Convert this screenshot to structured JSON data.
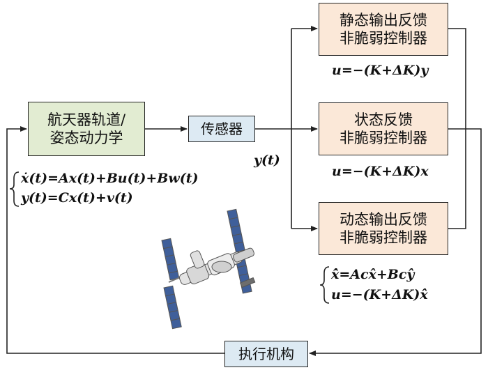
{
  "blocks": {
    "dynamics": [
      "航天器轨道/",
      "姿态动力学"
    ],
    "sensor": "传感器",
    "static_controller": [
      "静态输出反馈",
      "非脆弱控制器"
    ],
    "state_controller": [
      "状态反馈",
      "非脆弱控制器"
    ],
    "dynamic_controller": [
      "动态输出反馈",
      "非脆弱控制器"
    ],
    "actuator": "执行机构"
  },
  "labels": {
    "output_signal": "y(t)",
    "static_law": "u=−(K+ΔK)y",
    "state_law": "u=−(K+ΔK)x",
    "plant_eq1": "ẋ(t)=Ax(t)+Bu(t)+Bw(t)",
    "plant_eq2": "y(t)=Cx(t)+v(t)",
    "dyn_eq1": "x̂̇=Acx̂+Bcŷ",
    "dyn_eq2": "u=−(K+ΔK)x̂"
  },
  "colors": {
    "dynamics_fill": "#e2ecd2",
    "sensor_fill": "#ddeaf3",
    "controller_fill": "#fbe8d8",
    "actuator_fill": "#ddeaf3",
    "line": "#222222"
  },
  "icons": {
    "spacecraft": "space-station-illustration"
  }
}
